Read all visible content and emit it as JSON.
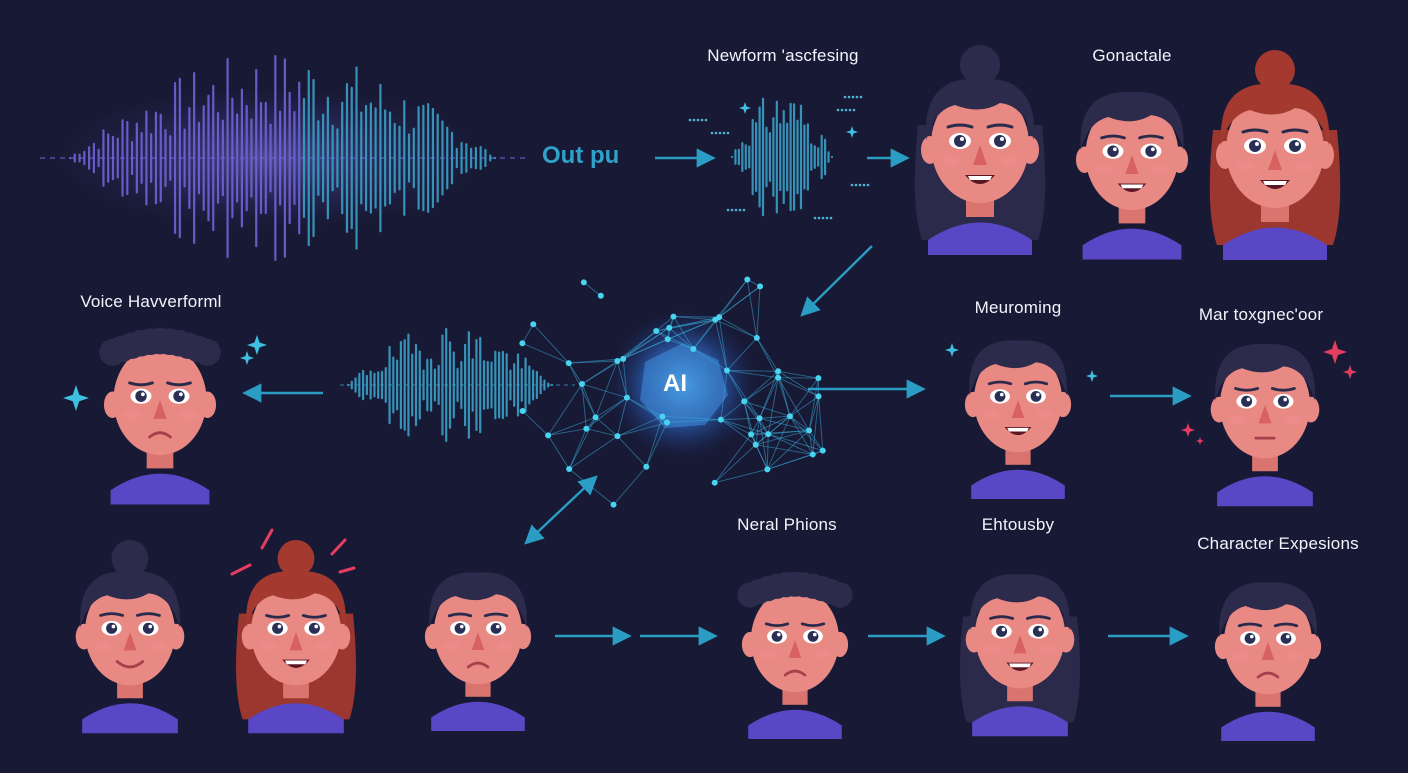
{
  "labels": {
    "output": "Out pu",
    "waveform_processing": "Newform 'ascfesing",
    "gonactale": "Gonactale",
    "voice_waveform": "Voice Havverforml",
    "meuroming": "Meuroming",
    "mar_toxgnecoor": "Mar toxgnec'oor",
    "neral_phions": "Neral Phions",
    "ehtousby": "Ehtousby",
    "character_expressions": "Character Expesions",
    "ai": "AI"
  },
  "colors": {
    "background": "#181a35",
    "waveform_purple": "#6f63d6",
    "waveform_teal": "#3a9fc5",
    "arrow": "#2b9cc4",
    "network_node": "#48d3ef",
    "skin": "#e98984",
    "hair_dark": "#2c2b4c",
    "hair_red": "#a3392f",
    "shirt": "#5a47c6",
    "sparkle_red": "#e43d61",
    "sparkle_teal": "#3ec0e0"
  }
}
